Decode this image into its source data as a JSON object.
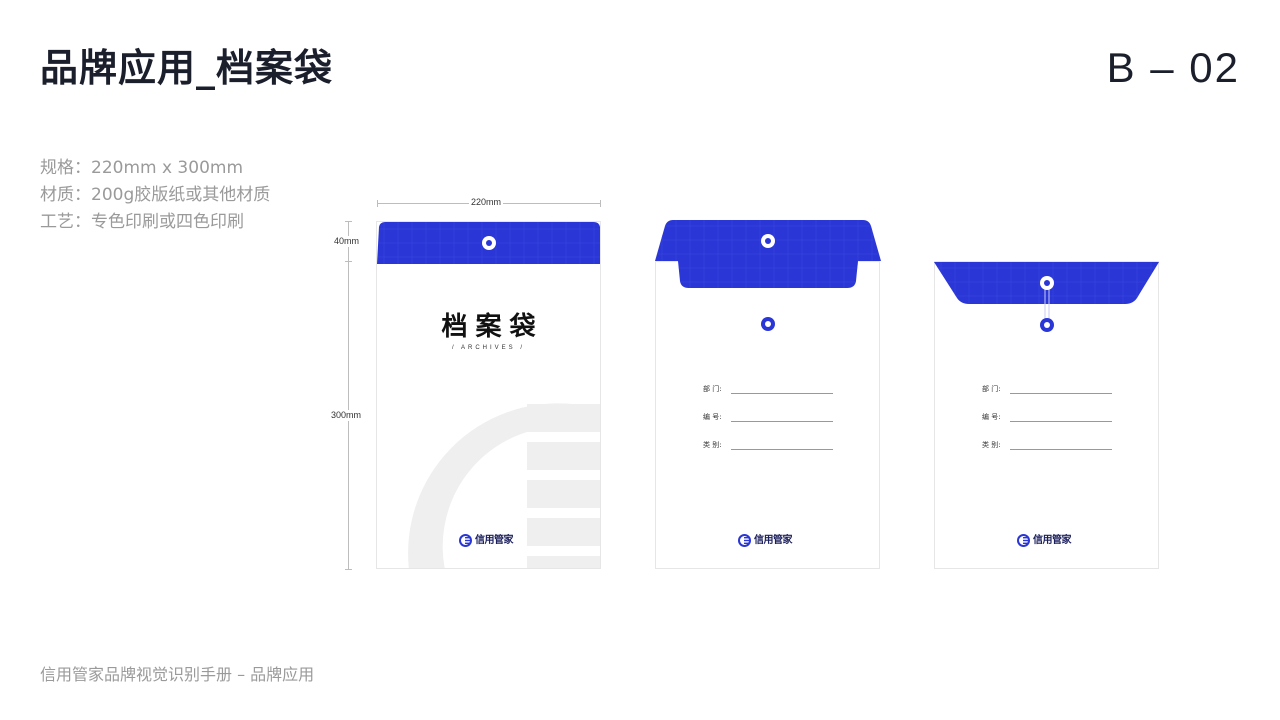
{
  "header": {
    "title": "品牌应用_档案袋",
    "code": "B – 02"
  },
  "specs": [
    "规格：220mm x 300mm",
    "材质：200g胶版纸或其他材质",
    "工艺：专色印刷或四色印刷"
  ],
  "dimensions": {
    "width": "220mm",
    "flap_height": "40mm",
    "height": "300mm"
  },
  "front": {
    "title": "档案袋",
    "subtitle": "/ ARCHIVES /"
  },
  "form_fields": [
    {
      "label": "部  门:"
    },
    {
      "label": "编  号:"
    },
    {
      "label": "类  别:"
    }
  ],
  "brand": {
    "name": "信用管家",
    "color": "#2a36d6"
  },
  "footer": {
    "text": "信用管家品牌视觉识别手册 – 品牌应用"
  }
}
